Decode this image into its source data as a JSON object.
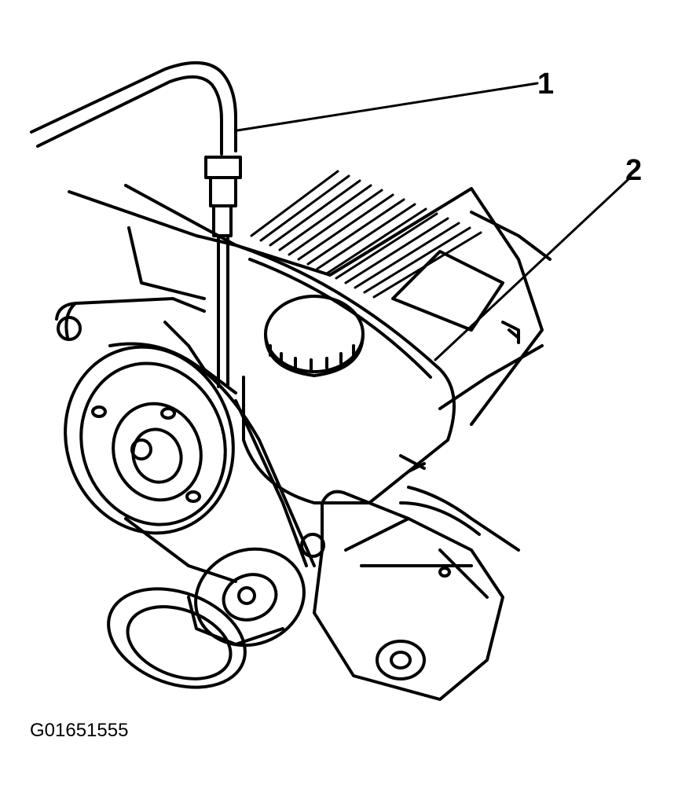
{
  "callouts": [
    {
      "number": "1"
    },
    {
      "number": "2"
    }
  ],
  "figure_id": "G01651555",
  "colors": {
    "ink": "#000000",
    "paper": "#ffffff"
  }
}
